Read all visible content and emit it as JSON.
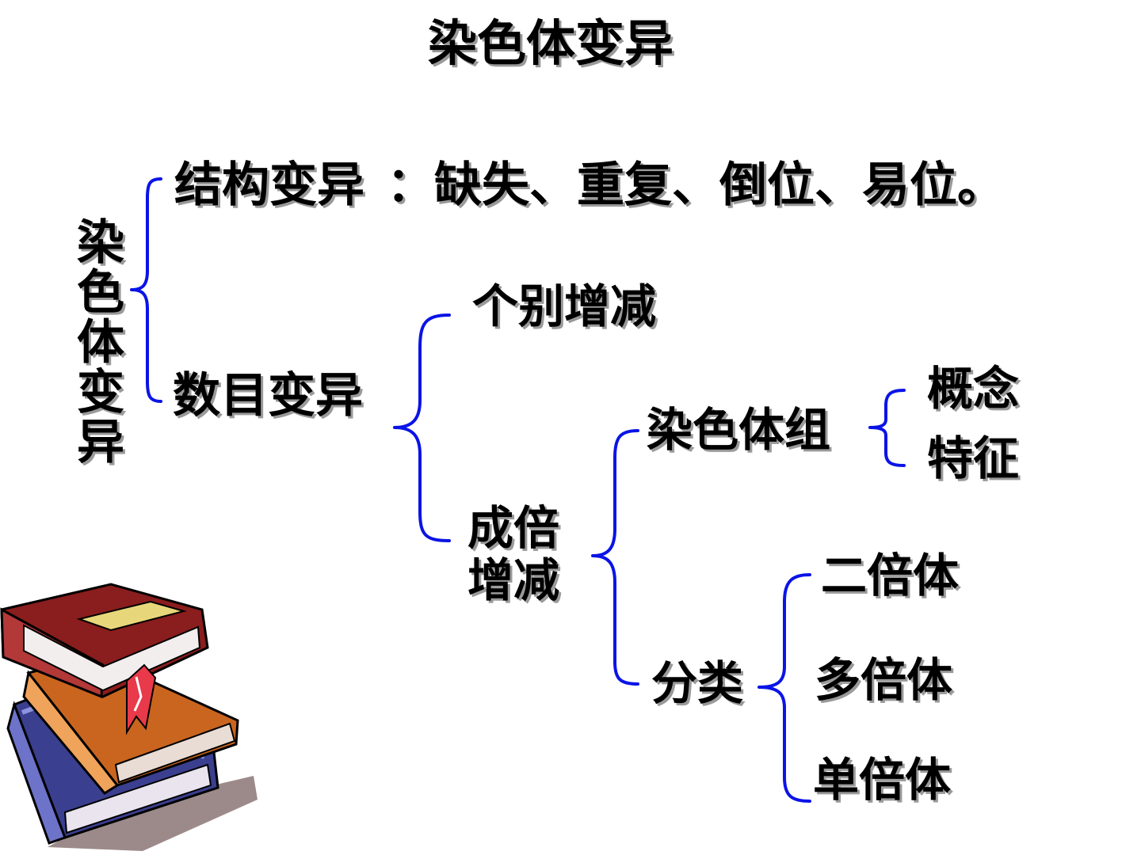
{
  "title": "染色体变异",
  "root": "染色体变异",
  "branches": {
    "structure": {
      "label": "结构变异",
      "detail": "：缺失、重复、倒位、易位。"
    },
    "number": {
      "label": "数目变异",
      "children": {
        "individual": "个别增减",
        "multiple": {
          "label_line1": "成倍",
          "label_line2": "增减",
          "chromosome_set": {
            "label": "染色体组",
            "children": [
              "概念",
              "特征"
            ]
          },
          "classification": {
            "label": "分类",
            "children": [
              "二倍体",
              "多倍体",
              "单倍体"
            ]
          }
        }
      }
    }
  },
  "colors": {
    "brace": "#0a14e6",
    "text": "#000000",
    "shadow": "#9a9a9a"
  },
  "decoration": {
    "icon": "book-stack-icon"
  }
}
